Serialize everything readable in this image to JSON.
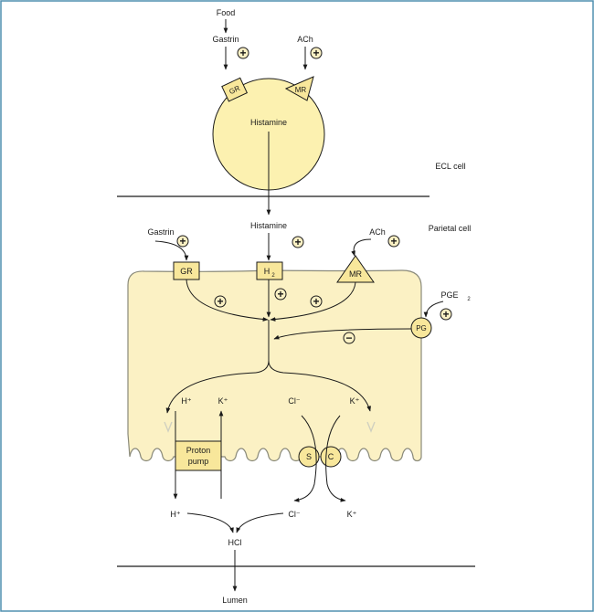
{
  "colors": {
    "cell_fill": "#FBF1C4",
    "cell_stroke": "#8A8A7A",
    "receptor_fill": "#F8E79B",
    "ecl_fill": "#FCF1B0",
    "frame": "#4E8FAF",
    "line": "#1a1a1a"
  },
  "top": {
    "food": "Food",
    "gastrin": "Gastrin",
    "ach": "ACh"
  },
  "ecl": {
    "histamine": "Histamine",
    "gr": "GR",
    "mr": "MR",
    "label": "ECL cell"
  },
  "parietal": {
    "label": "Parietal cell",
    "histamine": "Histamine",
    "gastrin": "Gastrin",
    "ach": "ACh",
    "gr": "GR",
    "h2": "H",
    "h2_sub": "2",
    "mr": "MR",
    "pge": "PGE",
    "pge_sub": "2",
    "pg": "PG",
    "h_plus": "H⁺",
    "k_plus": "K⁺",
    "cl_minus": "Cl⁻",
    "k_plus2": "K⁺",
    "proton_line1": "Proton",
    "proton_line2": "pump",
    "s": "S",
    "c": "C"
  },
  "lumen": {
    "h_plus": "H⁺",
    "cl_minus": "Cl⁻",
    "k_plus": "K⁺",
    "hcl": "HCl",
    "label": "Lumen"
  },
  "signs": {
    "plus": "+",
    "minus": "−"
  }
}
